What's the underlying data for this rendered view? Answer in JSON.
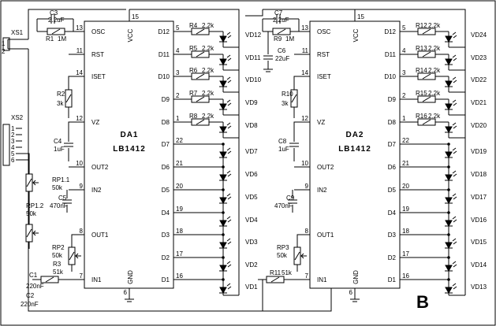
{
  "panel_letter": "B",
  "connectors": {
    "xs1": "XS1",
    "xs1_pins": [
      "1",
      "2"
    ],
    "xs2": "XS2",
    "xs2_pins": [
      "1",
      "2",
      "3",
      "4",
      "5",
      "6"
    ]
  },
  "chip_pin_labels": {
    "left": [
      "OSC",
      "RST",
      "ISET",
      "VZ",
      "OUT2",
      "IN2",
      "OUT1",
      "IN1"
    ],
    "right": [
      "D12",
      "D11",
      "D10",
      "D9",
      "D8",
      "D7",
      "D6",
      "D5",
      "D4",
      "D3",
      "D2",
      "D1"
    ],
    "vcc": "VCC",
    "gnd": "GND"
  },
  "chip1": {
    "name": "DA1",
    "part": "LB1412",
    "left_pin_numbers": [
      "13",
      "11",
      "14",
      "12",
      "10",
      "9",
      "8",
      "7"
    ],
    "top_pin": "15",
    "bottom_pin": "6",
    "right_pin_numbers": [
      "5",
      "4",
      "3",
      "2",
      "1",
      "22",
      "21",
      "20",
      "19",
      "18",
      "17",
      "16"
    ]
  },
  "chip2": {
    "name": "DA2",
    "part": "LB1412",
    "left_pin_numbers": [
      "13",
      "11",
      "14",
      "12",
      "10",
      "9",
      "8",
      "7"
    ],
    "top_pin": "15",
    "bottom_pin": "6",
    "right_pin_numbers": [
      "5",
      "4",
      "3",
      "2",
      "1",
      "22",
      "21",
      "20",
      "19",
      "18",
      "17",
      "16"
    ]
  },
  "components_left": {
    "c3_name": "C3",
    "c3_value": "2.2uF",
    "r1_name": "R1",
    "r1_value": "1M",
    "r2_name": "R2",
    "r2_value": "3k",
    "c4_name": "C4",
    "c4_value": "1uF",
    "rp11_name": "RP1.1",
    "rp11_value": "50k",
    "rp12_name": "RP1.2",
    "rp12_value": "50k",
    "c5_name": "C5",
    "c5_value": "470nF",
    "rp2_name": "RP2",
    "rp2_value": "50k",
    "r3_name": "R3",
    "r3_value": "51k",
    "c1_name": "C1",
    "c1_value": "220nF",
    "c2_name": "C2",
    "c2_value": "220nF",
    "top_resistors": [
      {
        "name": "R4",
        "value": "2.2k"
      },
      {
        "name": "R5",
        "value": "2.2k"
      },
      {
        "name": "R6",
        "value": "2.2k"
      },
      {
        "name": "R7",
        "value": "2.2k"
      },
      {
        "name": "R8",
        "value": "2.2k"
      }
    ]
  },
  "components_right": {
    "c7_name": "C7",
    "c7_value": "2.2uF",
    "r9_name": "R9",
    "r9_value": "1M",
    "c6_name": "C6",
    "c6_value": "22uF",
    "r10_name": "R10",
    "r10_value": "3k",
    "c8_name": "C8",
    "c8_value": "1uF",
    "c9_name": "C9",
    "c9_value": "470nF",
    "rp3_name": "RP3",
    "rp3_value": "50k",
    "r11_name": "R11",
    "r11_value": "51k",
    "top_resistors": [
      {
        "name": "R12",
        "value": "2.2k"
      },
      {
        "name": "R13",
        "value": "2.2k"
      },
      {
        "name": "R14",
        "value": "2.2k"
      },
      {
        "name": "R15",
        "value": "2.2k"
      },
      {
        "name": "R16",
        "value": "2.2k"
      }
    ]
  },
  "leds_left": [
    "VD12",
    "VD11",
    "VD10",
    "VD9",
    "VD8",
    "VD7",
    "VD6",
    "VD5",
    "VD4",
    "VD3",
    "VD2",
    "VD1"
  ],
  "leds_right": [
    "VD24",
    "VD23",
    "VD22",
    "VD21",
    "VD20",
    "VD19",
    "VD18",
    "VD17",
    "VD16",
    "VD15",
    "VD14",
    "VD13"
  ]
}
